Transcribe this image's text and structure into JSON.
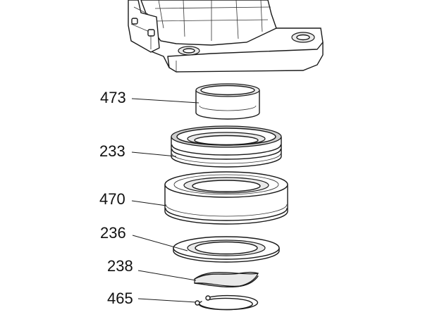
{
  "callouts": {
    "p473": "473",
    "p233": "233",
    "p470": "470",
    "p236": "236",
    "p238": "238",
    "p465": "465"
  }
}
